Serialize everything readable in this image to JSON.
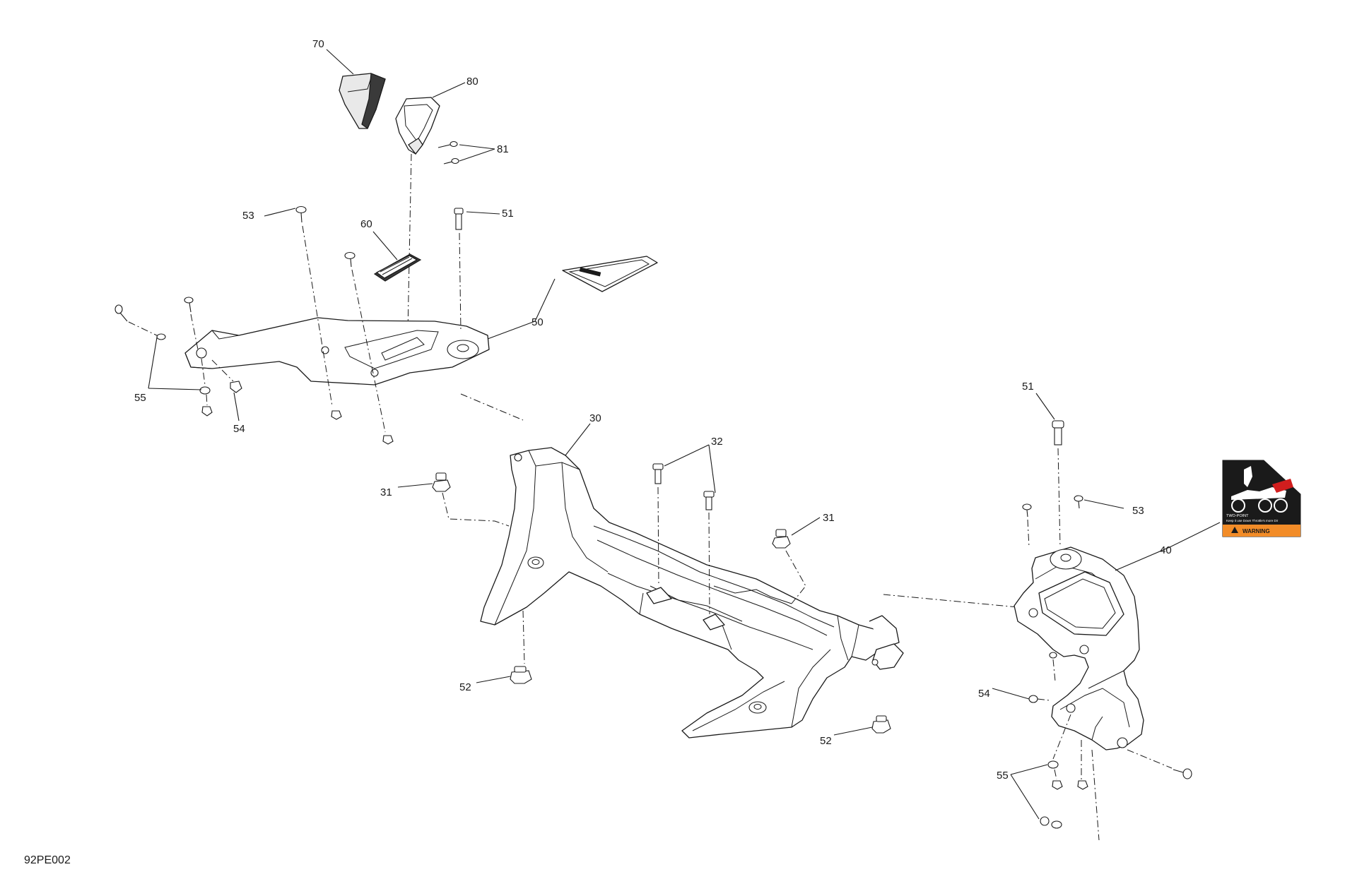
{
  "figure_code": "92PE002",
  "callouts": [
    {
      "id": "70",
      "label": "70"
    },
    {
      "id": "80",
      "label": "80"
    },
    {
      "id": "81",
      "label": "81"
    },
    {
      "id": "53a",
      "label": "53"
    },
    {
      "id": "60",
      "label": "60"
    },
    {
      "id": "51a",
      "label": "51"
    },
    {
      "id": "50",
      "label": "50"
    },
    {
      "id": "55a",
      "label": "55"
    },
    {
      "id": "54a",
      "label": "54"
    },
    {
      "id": "30",
      "label": "30"
    },
    {
      "id": "32",
      "label": "32"
    },
    {
      "id": "31a",
      "label": "31"
    },
    {
      "id": "31b",
      "label": "31"
    },
    {
      "id": "52a",
      "label": "52"
    },
    {
      "id": "52b",
      "label": "52"
    },
    {
      "id": "51b",
      "label": "51"
    },
    {
      "id": "53b",
      "label": "53"
    },
    {
      "id": "40",
      "label": "40"
    },
    {
      "id": "54b",
      "label": "54"
    },
    {
      "id": "55b",
      "label": "55"
    }
  ],
  "warning_decal": {
    "line1": "TWO-POINT",
    "line2": "Keep it use Down Throttle's more Dir",
    "warning_label": "WARNING",
    "accent_color": "#f28c28",
    "panel_color": "#1a1a1a"
  }
}
